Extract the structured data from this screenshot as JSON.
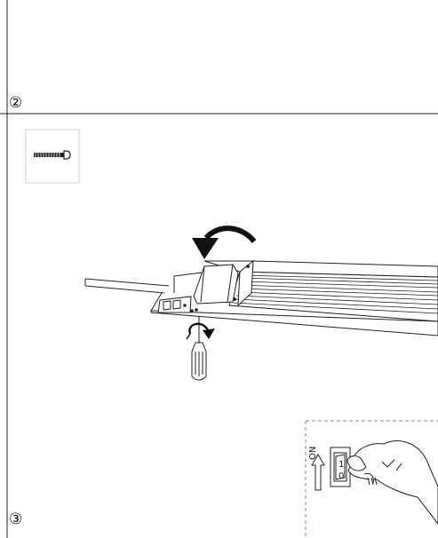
{
  "steps": {
    "step_2": "②",
    "step_3": "③"
  },
  "switch_panel": {
    "on_label": "ON",
    "position_1": "1",
    "position_0": "0"
  },
  "colors": {
    "ink": "#111111",
    "screw_box_border": "#cccccc",
    "dashed_border": "#888888",
    "background": "#ffffff"
  },
  "icons": [
    "screw-icon",
    "rotate-arrow-icon",
    "screwdriver-icon",
    "wall-switch-icon",
    "hand-icon",
    "up-arrow-icon"
  ]
}
